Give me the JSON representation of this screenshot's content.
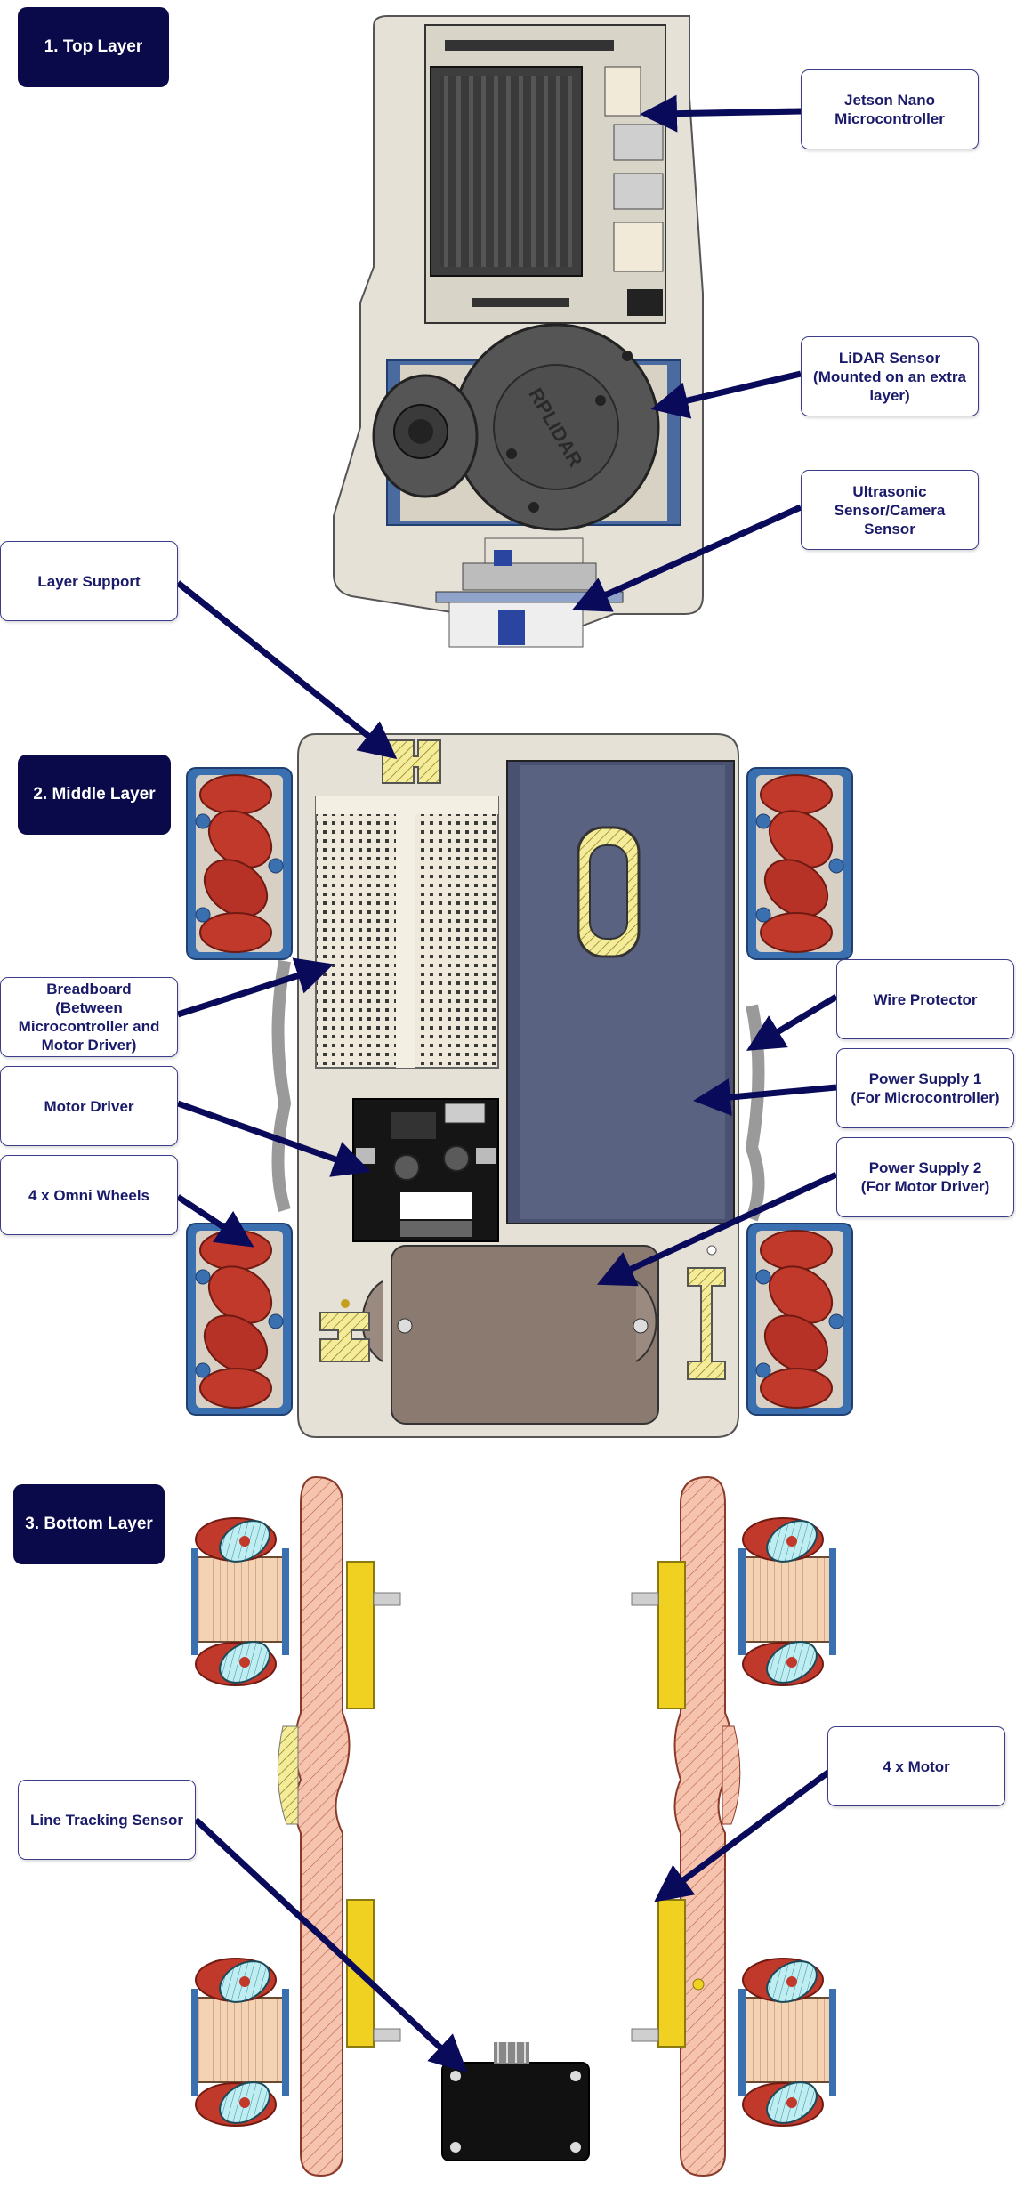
{
  "headers": {
    "top": "1. Top Layer",
    "middle": "2. Middle Layer",
    "bottom": "3. Bottom Layer"
  },
  "labels": {
    "jetson": "Jetson Nano\nMicrocontroller",
    "lidar": "LiDAR Sensor\n(Mounted on an extra\nlayer)",
    "ultrasonic": "Ultrasonic\nSensor/Camera\nSensor",
    "layer_support": "Layer Support",
    "breadboard": "Breadboard\n(Between\nMicrocontroller and\nMotor Driver)",
    "motor_driver": "Motor Driver",
    "omni_wheels": "4 x Omni Wheels",
    "wire_protector": "Wire Protector",
    "power_supply_1": "Power Supply 1\n(For Microcontroller)",
    "power_supply_2": "Power Supply 2\n(For Motor Driver)",
    "motor": "4 x Motor",
    "line_tracking": "Line Tracking Sensor"
  },
  "artwork": {
    "lidar_brand": "RPLIDAR"
  },
  "colors": {
    "header_bg": "#0a0a4a",
    "arrow": "#0a0a5a",
    "label_text": "#1a1a6a",
    "wheel_red": "#c0392b",
    "wheel_blue": "#3a6fb0",
    "board": "#e8e2d6",
    "power_supply": "#4a5070",
    "motor_yellow": "#f0d020",
    "chassis_salmon": "#f4b8a0"
  }
}
